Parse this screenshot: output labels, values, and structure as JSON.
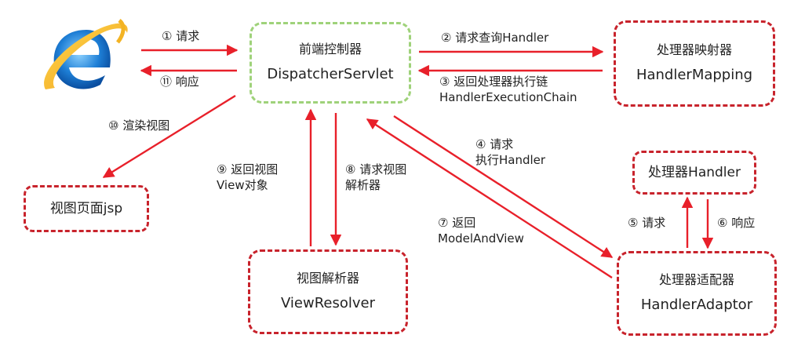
{
  "nodes": {
    "browser": {
      "icon": "browser-e-icon"
    },
    "dispatcher": {
      "title": "前端控制器",
      "subtitle": "DispatcherServlet"
    },
    "mapping": {
      "title": "处理器映射器",
      "subtitle": "HandlerMapping"
    },
    "handler": {
      "title": "处理器Handler"
    },
    "adaptor": {
      "title": "处理器适配器",
      "subtitle": "HandlerAdaptor"
    },
    "resolver": {
      "title": "视图解析器",
      "subtitle": "ViewResolver"
    },
    "jsp": {
      "title": "视图页面jsp"
    }
  },
  "edges": {
    "e1": "① 请求",
    "e11": "⑪ 响应",
    "e2": "② 请求查询Handler",
    "e3_line1": "③ 返回处理器执行链",
    "e3_line2": "HandlerExecutionChain",
    "e4_line1": "④ 请求",
    "e4_line2": "执行Handler",
    "e5": "⑤ 请求",
    "e6": "⑥ 响应",
    "e7_line1": "⑦ 返回",
    "e7_line2": "ModelAndView",
    "e8_line1": "⑧ 请求视图",
    "e8_line2": "解析器",
    "e9_line1": "⑨ 返回视图",
    "e9_line2": "View对象",
    "e10": "⑩ 渲染视图"
  },
  "colors": {
    "arrow": "#e8202a",
    "box_border": "#c8232c",
    "dispatcher_border": "#9fd27a"
  }
}
